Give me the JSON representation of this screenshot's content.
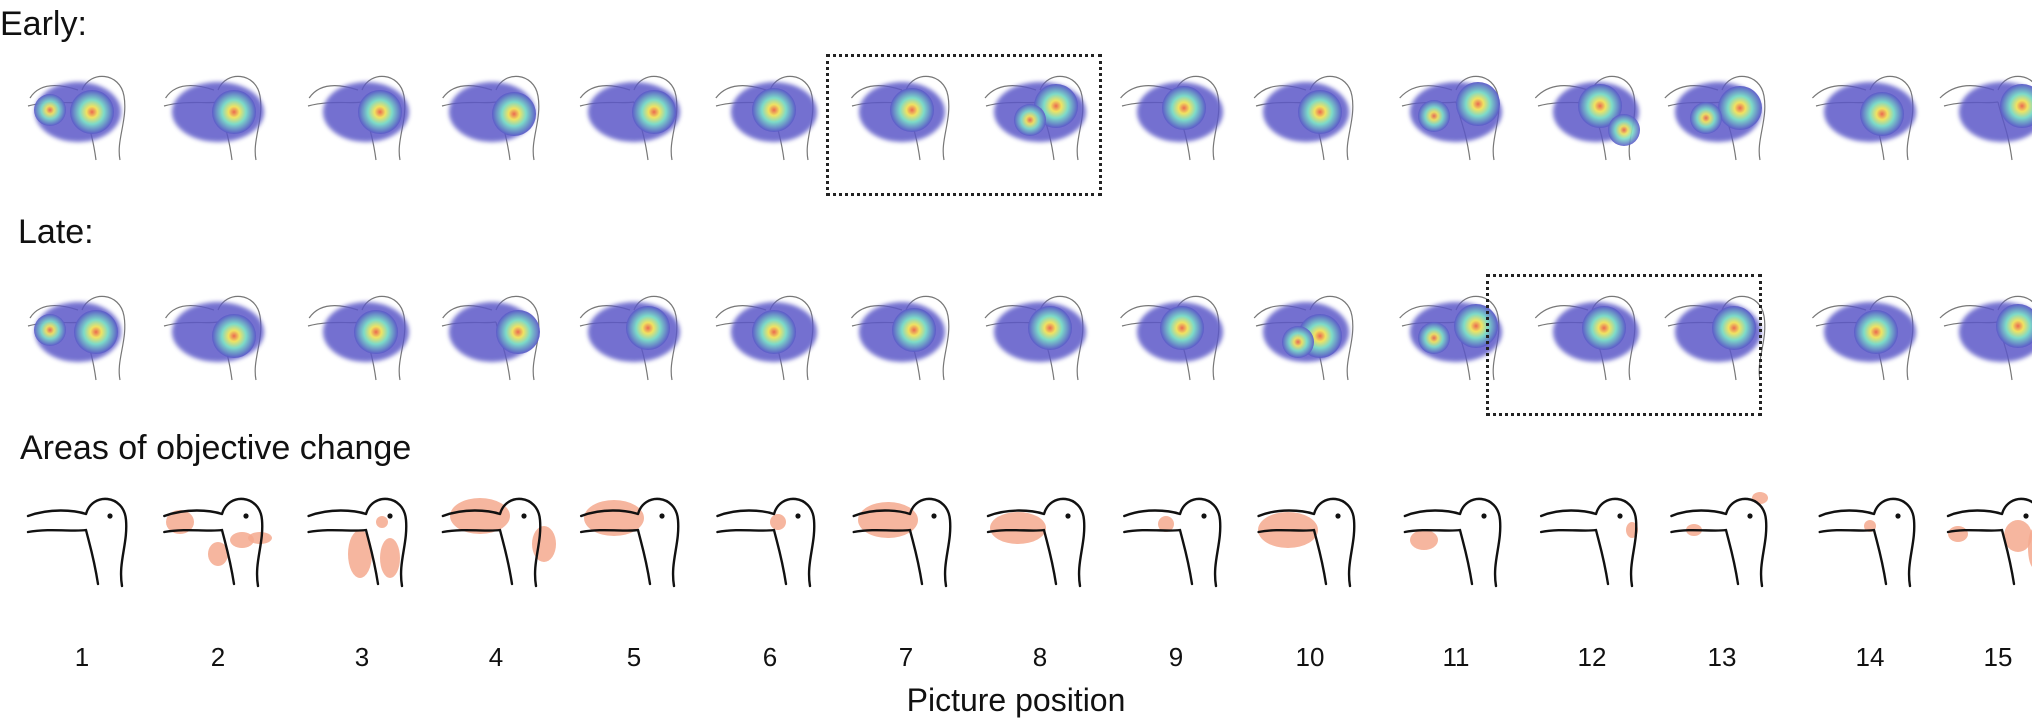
{
  "rows": {
    "early_label": "Early:",
    "late_label": "Late:",
    "change_label": "Areas of objective change"
  },
  "x_axis": {
    "title": "Picture position",
    "positions": [
      "1",
      "2",
      "3",
      "4",
      "5",
      "6",
      "7",
      "8",
      "9",
      "10",
      "11",
      "12",
      "13",
      "14",
      "15"
    ]
  },
  "highlight_boxes": [
    {
      "row": "early",
      "positions": [
        7,
        8
      ]
    },
    {
      "row": "late",
      "positions": [
        12,
        13
      ]
    }
  ],
  "colors": {
    "heat_low": "#5b59c8",
    "heat_mid": "#7ee0c8",
    "heat_high": "#f7e85c",
    "heat_peak": "#f06a4a",
    "change_area": "#f4a98e"
  }
}
